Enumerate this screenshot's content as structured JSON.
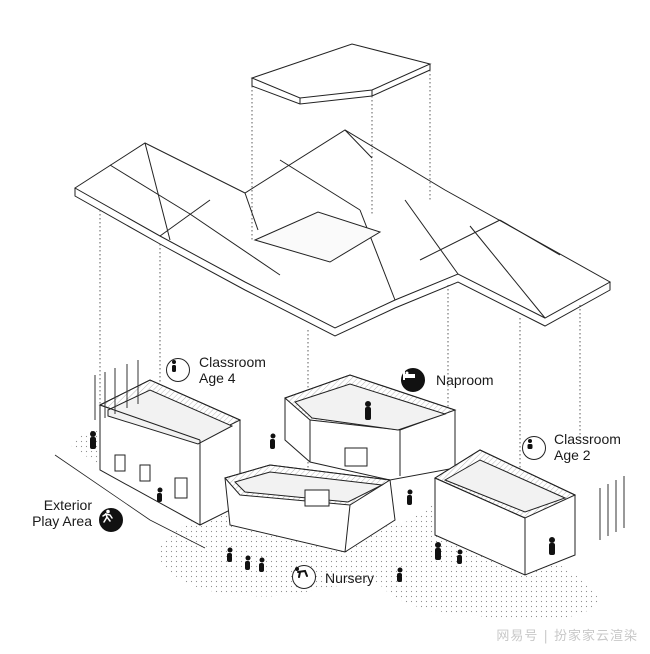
{
  "labels": {
    "classroom_age4": {
      "line1": "Classroom",
      "line2": "Age 4",
      "icon": "child-standing-icon"
    },
    "naproom": {
      "line1": "Naproom",
      "icon": "bed-icon"
    },
    "classroom_age2": {
      "line1": "Classroom",
      "line2": "Age 2",
      "icon": "toddler-icon"
    },
    "exterior_play": {
      "line1": "Exterior",
      "line2": "Play Area",
      "icon": "running-child-icon"
    },
    "nursery": {
      "line1": "Nursery",
      "icon": "crawling-baby-icon"
    }
  },
  "watermark": "网易号 | 扮家家云渲染",
  "colors": {
    "ink": "#1a1a1a",
    "hatch": "#bdbdbd",
    "dots": "#9a9a9a"
  }
}
